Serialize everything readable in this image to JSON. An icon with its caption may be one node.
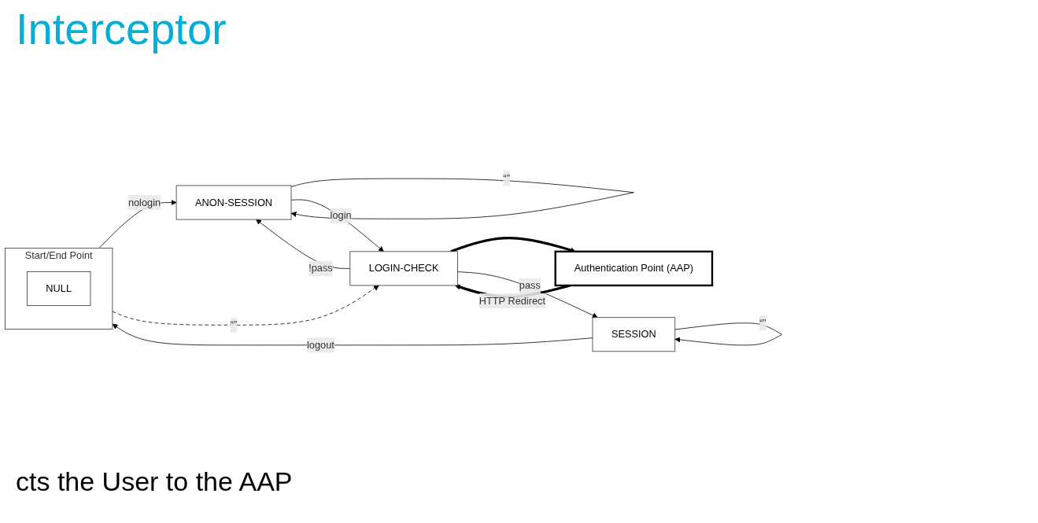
{
  "diagram": {
    "title": "Interceptor",
    "nodes": [
      {
        "text": [
          "Start/End Point"
        ]
      },
      {
        "text": [
          "NULL"
        ],
        "in": 0
      },
      {
        "text": [
          "ANON-SESSION"
        ]
      },
      {
        "text": [
          "LOGIN-CHECK"
        ]
      },
      {
        "text": [
          "Authentication Point (AAP)"
        ]
      },
      {
        "text": [
          "SESSION"
        ]
      }
    ],
    "edges": [
      {
        "from": 0,
        "to": 2,
        "arrow": "to",
        "label": "nologin"
      },
      {
        "from": 2,
        "to": 2,
        "arrow": "to",
        "label": "“”"
      },
      {
        "from": 2,
        "to": 3,
        "arrow": "to",
        "label": "login"
      },
      {
        "from": 3,
        "to": 2,
        "arrow": "to",
        "label": "!pass"
      },
      {
        "from": 0,
        "to": 3,
        "arrow": "to",
        "label": "“”",
        "style": "dashed"
      },
      {
        "from": 3,
        "to": 4,
        "arrow": "to",
        "style": "thick"
      },
      {
        "from": 4,
        "to": 3,
        "arrow": "to",
        "label": "HTTP Redirect",
        "style": "thick"
      },
      {
        "from": 3,
        "to": 5,
        "arrow": "to",
        "label": "pass"
      },
      {
        "from": 5,
        "to": 5,
        "arrow": "to",
        "label": "“”"
      },
      {
        "from": 5,
        "to": 0,
        "arrow": "to",
        "label": "logout"
      }
    ],
    "labels": [
      "cts the User to the AAP"
    ]
  }
}
